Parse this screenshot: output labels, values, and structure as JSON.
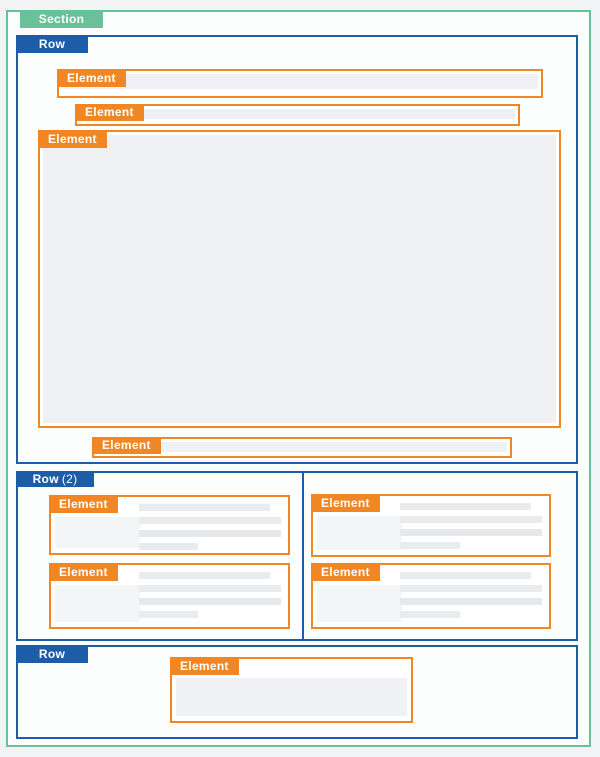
{
  "palette": {
    "section_green": "#68c198",
    "row_blue": "#1c5ca8",
    "element_orange": "#f08624",
    "card_border": "#d7d9db",
    "page_bg": "#f1f3f4",
    "placeholder_fill": "#f0f1f4",
    "bar_fill": "#e9ecef",
    "label_text": "#ffffff"
  },
  "wireframe": {
    "section": {
      "label": "Section",
      "rows": [
        {
          "label": "Row",
          "count": "",
          "columns": 1,
          "elements": [
            "Element",
            "Element",
            "Element",
            "Element"
          ]
        },
        {
          "label": "Row",
          "count": "(2)",
          "columns": 2,
          "elements": [
            "Element",
            "Element",
            "Element",
            "Element"
          ]
        },
        {
          "label": "Row",
          "count": "",
          "columns": 1,
          "elements": [
            "Element"
          ]
        }
      ]
    }
  }
}
